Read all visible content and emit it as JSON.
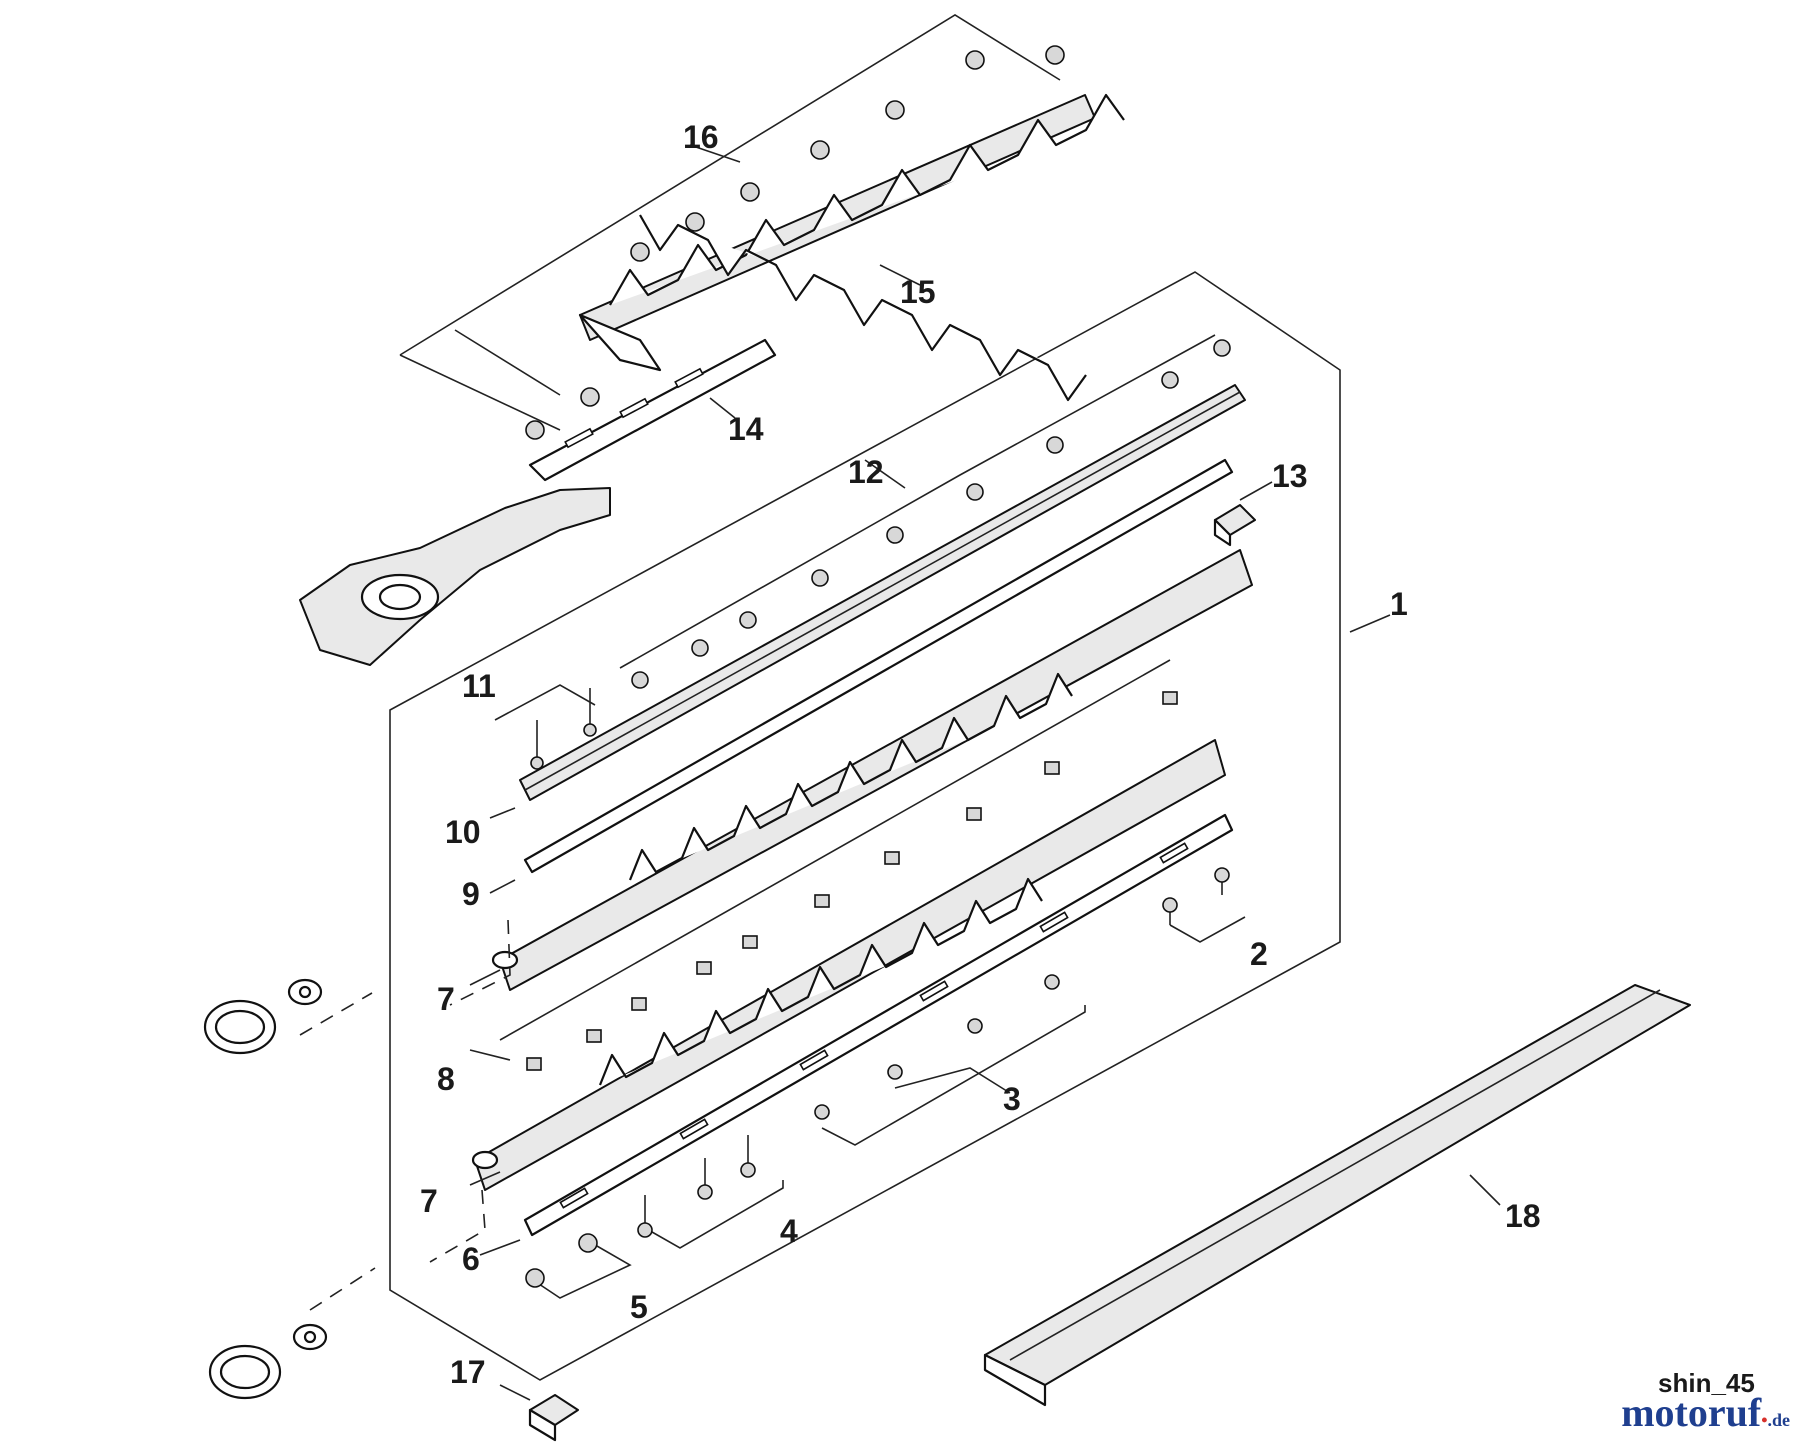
{
  "diagram": {
    "ref_code": "shin_45",
    "callouts": [
      {
        "id": "c1",
        "label": "1"
      },
      {
        "id": "c2",
        "label": "2"
      },
      {
        "id": "c3",
        "label": "3"
      },
      {
        "id": "c4",
        "label": "4"
      },
      {
        "id": "c5",
        "label": "5"
      },
      {
        "id": "c6",
        "label": "6"
      },
      {
        "id": "c7a",
        "label": "7"
      },
      {
        "id": "c7b",
        "label": "7"
      },
      {
        "id": "c8",
        "label": "8"
      },
      {
        "id": "c9",
        "label": "9"
      },
      {
        "id": "c10",
        "label": "10"
      },
      {
        "id": "c11",
        "label": "11"
      },
      {
        "id": "c12",
        "label": "12"
      },
      {
        "id": "c13",
        "label": "13"
      },
      {
        "id": "c14",
        "label": "14"
      },
      {
        "id": "c15",
        "label": "15"
      },
      {
        "id": "c16",
        "label": "16"
      },
      {
        "id": "c17",
        "label": "17"
      },
      {
        "id": "c18",
        "label": "18"
      }
    ]
  },
  "watermark": {
    "brand": "motoruf",
    "dot": "•",
    "tld": ".de"
  }
}
